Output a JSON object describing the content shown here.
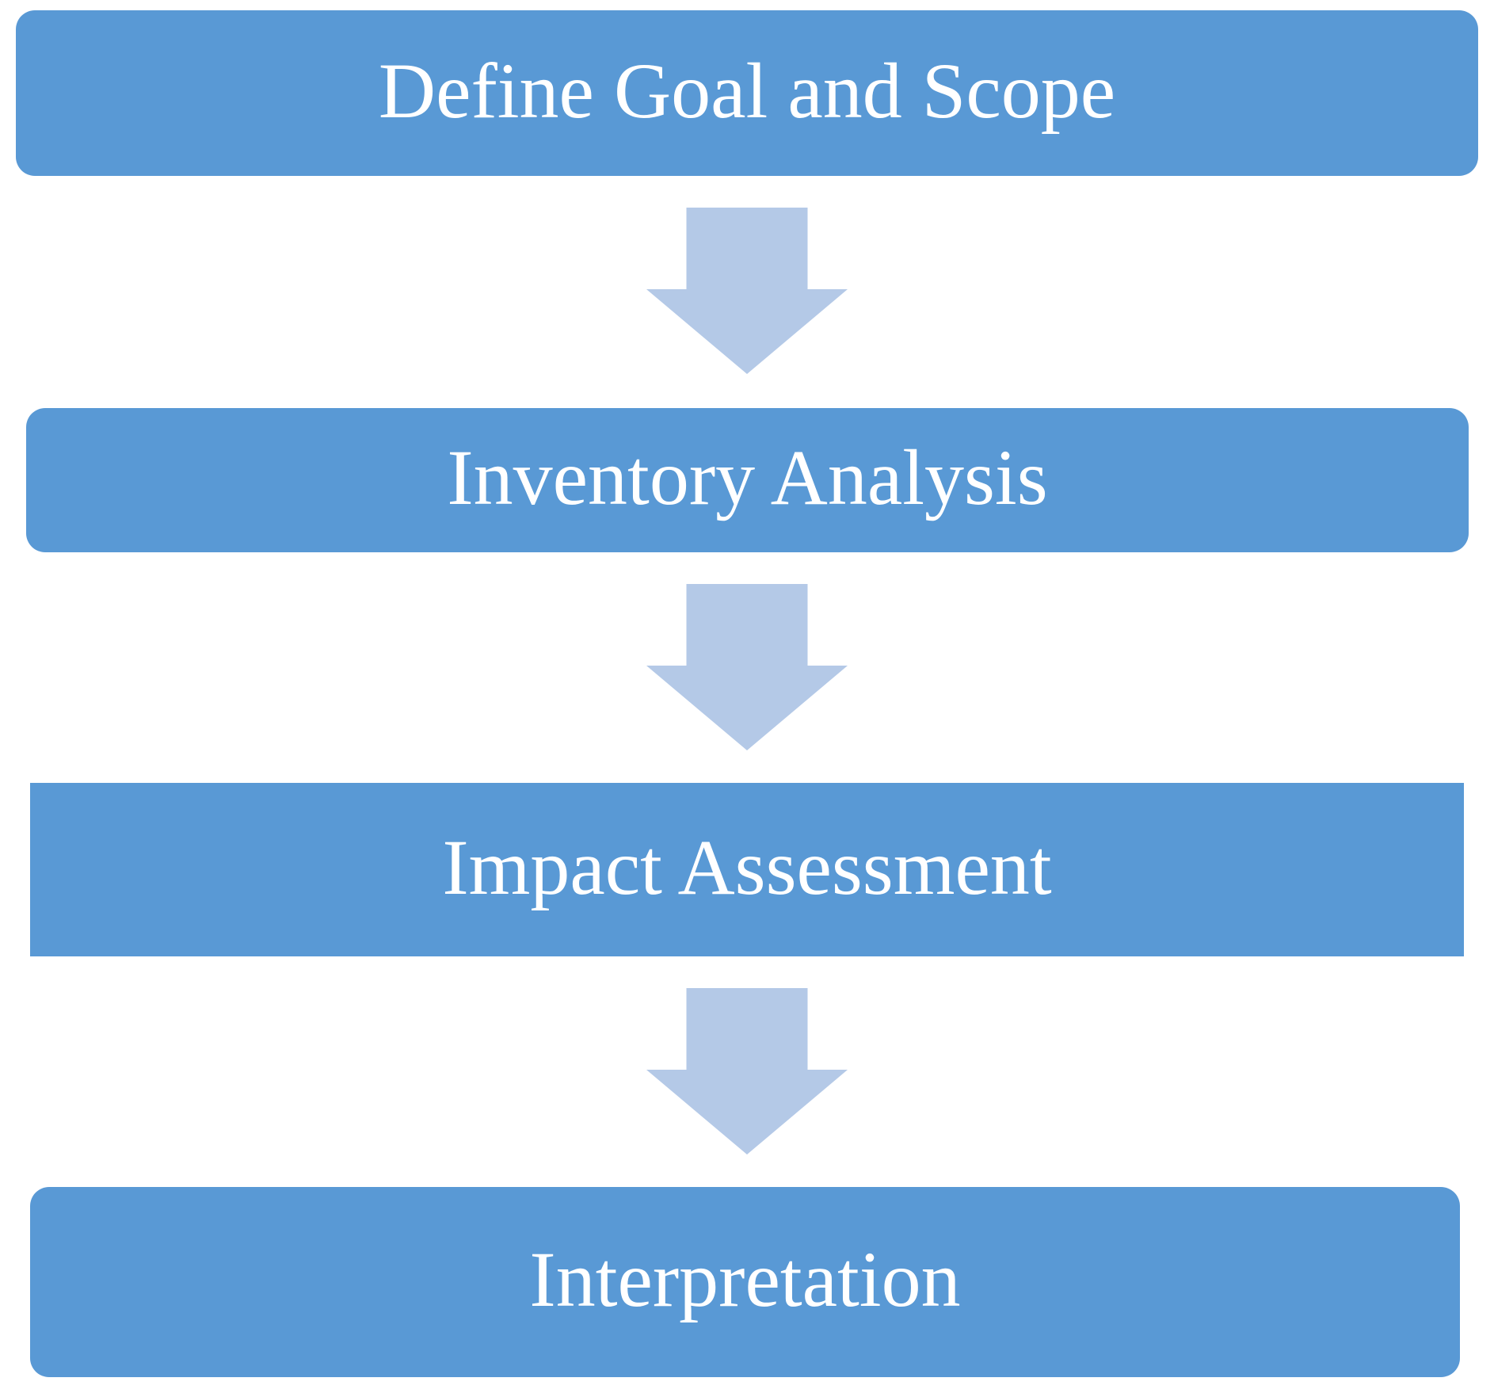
{
  "diagram": {
    "type": "flowchart",
    "direction": "top-to-bottom",
    "steps": [
      {
        "label": "Define Goal and Scope"
      },
      {
        "label": "Inventory Analysis"
      },
      {
        "label": "Impact Assessment"
      },
      {
        "label": "Interpretation"
      }
    ],
    "connectors": [
      {
        "from": 0,
        "to": 1,
        "shape": "block-arrow-down"
      },
      {
        "from": 1,
        "to": 2,
        "shape": "block-arrow-down"
      },
      {
        "from": 2,
        "to": 3,
        "shape": "block-arrow-down"
      }
    ],
    "colors": {
      "box_fill": "#5999D5",
      "arrow_fill": "#B4C9E7",
      "text": "#FFFFFF",
      "background": "#FFFFFF"
    }
  }
}
